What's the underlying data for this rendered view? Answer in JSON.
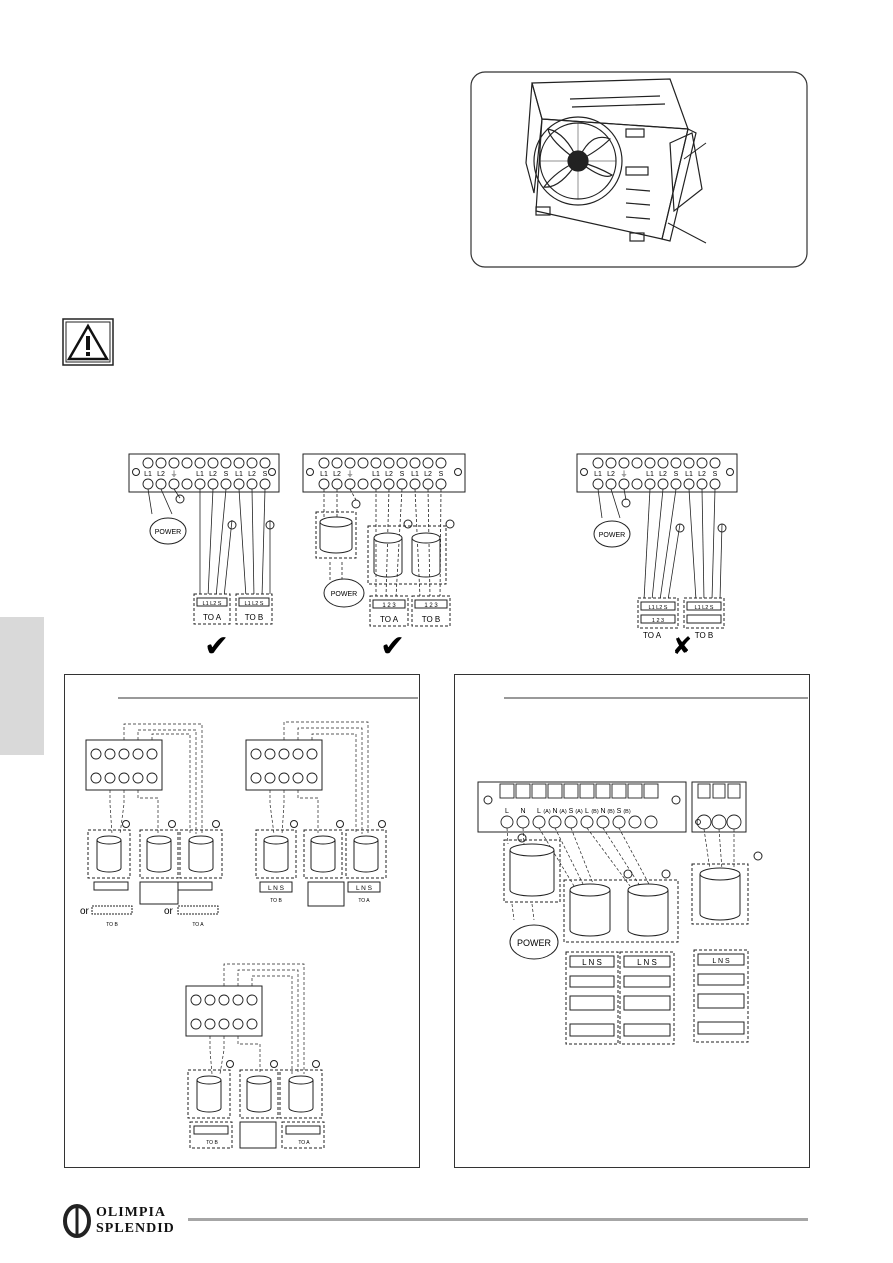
{
  "diagram_top": {
    "fig1": {
      "power": "POWER",
      "to_a": "TO  A",
      "to_b": "TO  B",
      "term_a": "L1 L2 S",
      "term_b": "L1 L2 S",
      "top_labels": [
        "L1",
        "L2",
        "⏚",
        "L1",
        "L2",
        "S",
        "L1",
        "L2",
        "S"
      ]
    },
    "fig2": {
      "power": "POWER",
      "to_a": "TO  A",
      "to_b": "TO  B",
      "term_a": "1 2 3",
      "term_b": "1 2 3",
      "top_labels": [
        "L1",
        "L2",
        "⏚",
        "L1",
        "L2",
        "S",
        "L1",
        "L2",
        "S"
      ]
    },
    "fig3": {
      "power": "POWER",
      "to_a": "TO  A",
      "to_b": "TO  B",
      "term_a1": "L1 L2 S",
      "term_a2": "1 2 3",
      "term_b": "L1 L2 S",
      "top_labels": [
        "L1",
        "L2",
        "⏚",
        "L1",
        "L2",
        "S",
        "L1",
        "L2",
        "S"
      ]
    }
  },
  "marks": {
    "ok1": "✔",
    "ok2": "✔",
    "bad": "✘"
  },
  "left_panel": {
    "or1": "or",
    "or2": "or",
    "to_b1": "TO B",
    "to_a1": "TO A",
    "lns_b": "L N S",
    "lns_a": "L N S",
    "to_b2": "TO B",
    "to_a2": "TO A",
    "to_b3": "TO B",
    "to_a3": "TO A"
  },
  "right_panel": {
    "power": "POWER",
    "strip_labels": [
      "L",
      "N",
      "L",
      "(A)",
      "N",
      "(A)",
      "S",
      "(A)",
      "L",
      "(B)",
      "N",
      "(B)",
      "S",
      "(B)"
    ],
    "lns1": "L N S",
    "lns2": "L N S",
    "lns3": "L    N    S"
  },
  "logo": {
    "line1": "OLIMPIA",
    "line2": "SPLENDID"
  }
}
